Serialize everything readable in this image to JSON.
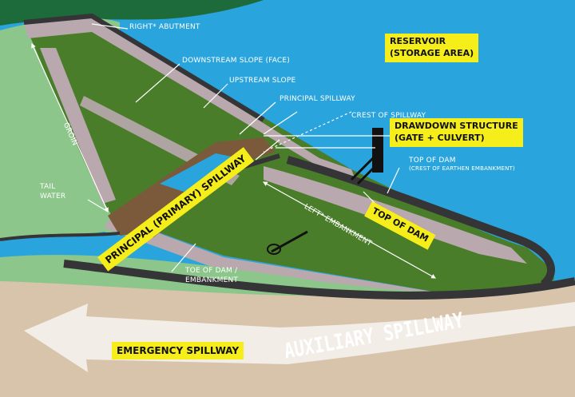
{
  "labels": {
    "right_abutment": "RIGHT* ABUTMENT",
    "downstream_slope": "DOWNSTREAM SLOPE (FACE)",
    "upstream_slope": "UPSTREAM SLOPE",
    "principal_spillway": "PRINCIPAL SPILLWAY",
    "crest_of_spillway": "CREST OF SPILLWAY",
    "groin": "GROIN",
    "tail_water_1": "TAIL",
    "tail_water_2": "WATER",
    "top_of_dam_1": "TOP OF DAM",
    "top_of_dam_2": "(CREST OF EARTHEN EMBANKMENT)",
    "left_embankment": "LEFT* EMBANKMENT",
    "toe_of_dam_1": "TOE OF DAM /",
    "toe_of_dam_2": "EMBANKMENT",
    "auxiliary_spillway": "AUXILIARY SPILLWAY"
  },
  "boxes": {
    "reservoir_1": "RESERVOIR",
    "reservoir_2": "(STORAGE AREA)",
    "drawdown_1": "DRAWDOWN STRUCTURE",
    "drawdown_2": "(GATE + CULVERT)",
    "top_of_dam": "TOP OF DAM",
    "principal_primary": "PRINCIPAL (PRIMARY) SPILLWAY",
    "emergency": "EMERGENCY SPILLWAY"
  },
  "colors": {
    "water": "#2aa4dc",
    "grass_light": "#8cc68a",
    "grass_dark": "#4a7d2a",
    "crest": "#b9a8ae",
    "outline": "#353436",
    "sand": "#d8c4ab",
    "spillway_brown": "#7a5a3a",
    "highlight_box": "#f6ee1a"
  }
}
